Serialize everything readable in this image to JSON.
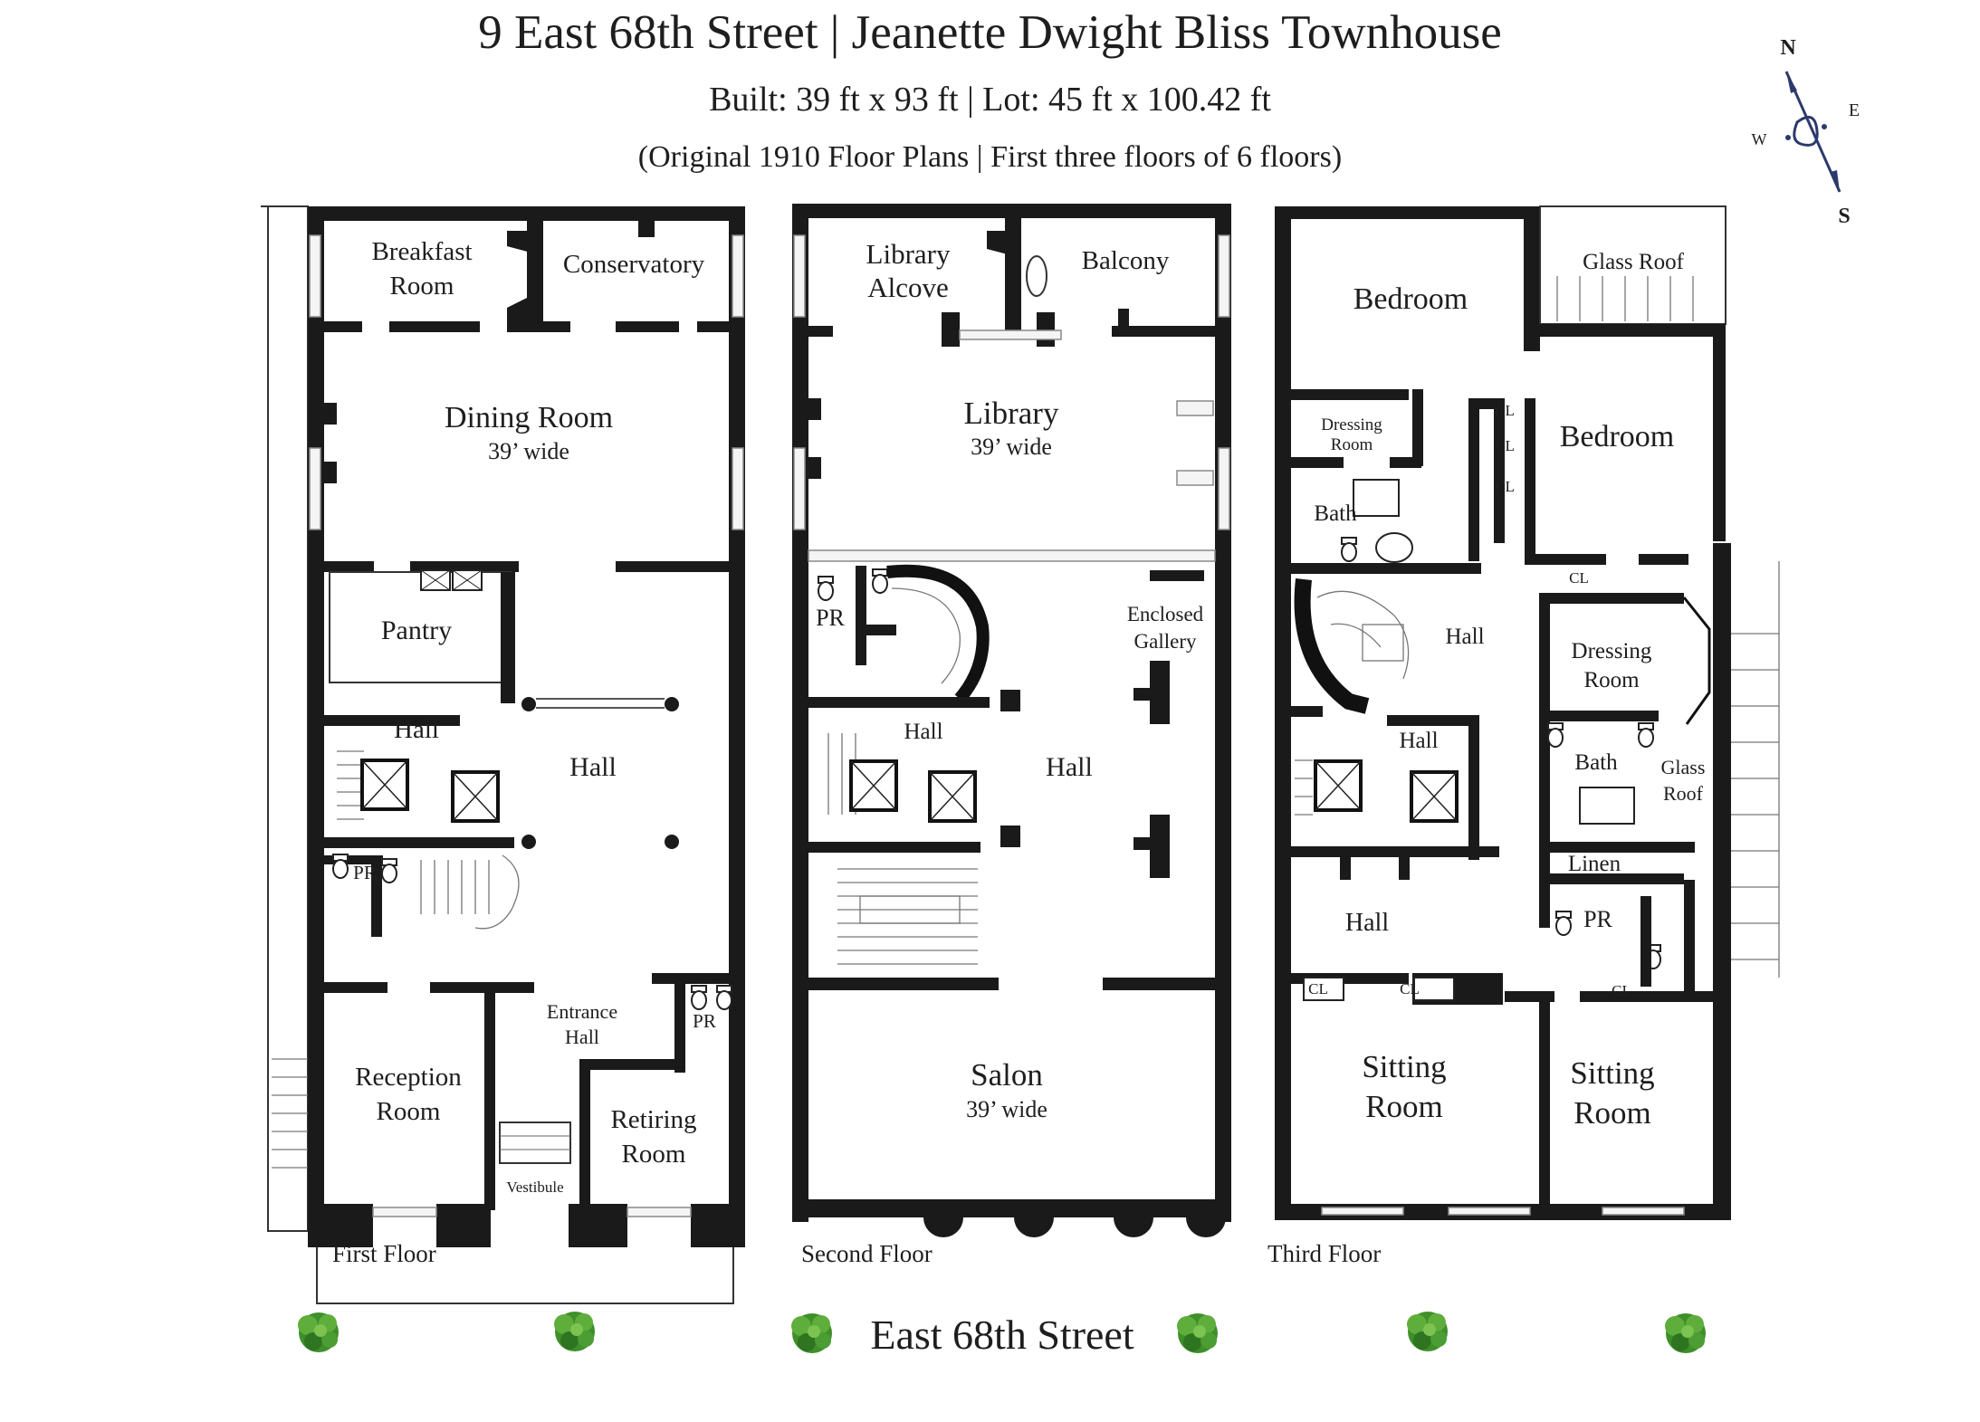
{
  "header": {
    "title": "9 East 68th Street | Jeanette Dwight Bliss Townhouse",
    "dimensions": "Built: 39 ft x 93 ft | Lot: 45 ft x 100.42 ft",
    "note": "(Original 1910 Floor Plans | First three floors of 6 floors)"
  },
  "compass": {
    "north": "N",
    "south": "S",
    "east": "E",
    "west": "W"
  },
  "street": "East 68th Street",
  "floors": {
    "first": {
      "label": "First Floor",
      "rooms": {
        "breakfast_l1": "Breakfast",
        "breakfast_l2": "Room",
        "conservatory": "Conservatory",
        "dining": "Dining Room",
        "dining_width": "39’ wide",
        "pantry": "Pantry",
        "hall_small": "Hall",
        "hall_main": "Hall",
        "pr_1": "PR",
        "pr_2": "PR",
        "entrance_l1": "Entrance",
        "entrance_l2": "Hall",
        "reception_l1": "Reception",
        "reception_l2": "Room",
        "retiring_l1": "Retiring",
        "retiring_l2": "Room",
        "vestibule": "Vestibule"
      }
    },
    "second": {
      "label": "Second Floor",
      "rooms": {
        "alcove_l1": "Library",
        "alcove_l2": "Alcove",
        "balcony": "Balcony",
        "library": "Library",
        "library_width": "39’ wide",
        "pr": "PR",
        "gallery_l1": "Enclosed",
        "gallery_l2": "Gallery",
        "hall_small": "Hall",
        "hall_main": "Hall",
        "salon": "Salon",
        "salon_width": "39’ wide"
      }
    },
    "third": {
      "label": "Third Floor",
      "rooms": {
        "bedroom_1": "Bedroom",
        "glass_roof_1": "Glass Roof",
        "dressing_1_l1": "Dressing",
        "dressing_1_l2": "Room",
        "cl_1": "CL",
        "cl_2": "CL",
        "cl_3": "CL",
        "cl_4": "CL",
        "bedroom_2": "Bedroom",
        "bath_1": "Bath",
        "hall_1": "Hall",
        "dressing_2_l1": "Dressing",
        "dressing_2_l2": "Room",
        "hall_2": "Hall",
        "bath_2": "Bath",
        "glass_roof_2_l1": "Glass",
        "glass_roof_2_l2": "Roof",
        "linen": "Linen",
        "hall_3": "Hall",
        "pr": "PR",
        "cl_5": "CL",
        "cl_6": "CL",
        "cl_7": "CL",
        "sitting_1_l1": "Sitting",
        "sitting_1_l2": "Room",
        "sitting_2_l1": "Sitting",
        "sitting_2_l2": "Room"
      }
    }
  },
  "icons": {
    "compass": "compass-rose-icon",
    "tree": "tree-icon",
    "toilet": "toilet-icon",
    "elevator": "elevator-icon",
    "stairs": "staircase-icon"
  },
  "colors": {
    "walls": "#1a1a1a",
    "tree": "#3f8f2a",
    "compass": "#2b3a6b"
  }
}
